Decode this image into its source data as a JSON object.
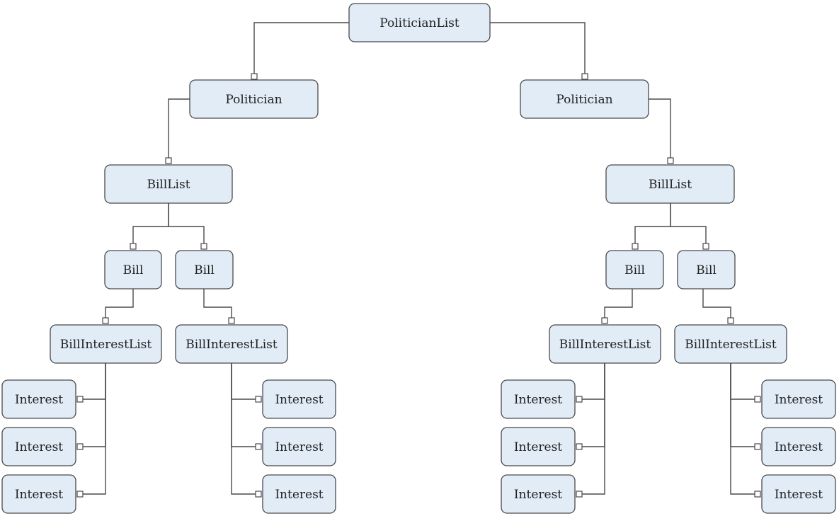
{
  "diagram": {
    "nodes": [
      {
        "id": "root",
        "label": "PoliticianList"
      },
      {
        "id": "pL",
        "label": "Politician"
      },
      {
        "id": "pR",
        "label": "Politician"
      },
      {
        "id": "blL",
        "label": "BillList"
      },
      {
        "id": "blR",
        "label": "BillList"
      },
      {
        "id": "bLL",
        "label": "Bill"
      },
      {
        "id": "bLR",
        "label": "Bill"
      },
      {
        "id": "bRL",
        "label": "Bill"
      },
      {
        "id": "bRR",
        "label": "Bill"
      },
      {
        "id": "bilLL",
        "label": "BillInterestList"
      },
      {
        "id": "bilLR",
        "label": "BillInterestList"
      },
      {
        "id": "bilRL",
        "label": "BillInterestList"
      },
      {
        "id": "bilRR",
        "label": "BillInterestList"
      },
      {
        "id": "i1",
        "label": "Interest"
      },
      {
        "id": "i2",
        "label": "Interest"
      },
      {
        "id": "i3",
        "label": "Interest"
      },
      {
        "id": "i4",
        "label": "Interest"
      },
      {
        "id": "i5",
        "label": "Interest"
      },
      {
        "id": "i6",
        "label": "Interest"
      },
      {
        "id": "i7",
        "label": "Interest"
      },
      {
        "id": "i8",
        "label": "Interest"
      },
      {
        "id": "i9",
        "label": "Interest"
      },
      {
        "id": "i10",
        "label": "Interest"
      },
      {
        "id": "i11",
        "label": "Interest"
      },
      {
        "id": "i12",
        "label": "Interest"
      }
    ],
    "edges": [
      {
        "from": "root",
        "to": "pL"
      },
      {
        "from": "root",
        "to": "pR"
      },
      {
        "from": "pL",
        "to": "blL"
      },
      {
        "from": "pR",
        "to": "blR"
      },
      {
        "from": "blL",
        "to": "bLL"
      },
      {
        "from": "blL",
        "to": "bLR"
      },
      {
        "from": "blR",
        "to": "bRL"
      },
      {
        "from": "blR",
        "to": "bRR"
      },
      {
        "from": "bLL",
        "to": "bilLL"
      },
      {
        "from": "bLR",
        "to": "bilLR"
      },
      {
        "from": "bRL",
        "to": "bilRL"
      },
      {
        "from": "bRR",
        "to": "bilRR"
      },
      {
        "from": "bilLL",
        "to": "i1"
      },
      {
        "from": "bilLL",
        "to": "i2"
      },
      {
        "from": "bilLL",
        "to": "i3"
      },
      {
        "from": "bilLR",
        "to": "i4"
      },
      {
        "from": "bilLR",
        "to": "i5"
      },
      {
        "from": "bilLR",
        "to": "i6"
      },
      {
        "from": "bilRL",
        "to": "i7"
      },
      {
        "from": "bilRL",
        "to": "i8"
      },
      {
        "from": "bilRL",
        "to": "i9"
      },
      {
        "from": "bilRR",
        "to": "i10"
      },
      {
        "from": "bilRR",
        "to": "i11"
      },
      {
        "from": "bilRR",
        "to": "i12"
      }
    ],
    "colors": {
      "node_fill": "#e1ecf7",
      "node_stroke": "#4a4a4a",
      "edge": "#4a4a4a",
      "text": "#222222",
      "background": "#ffffff"
    }
  }
}
